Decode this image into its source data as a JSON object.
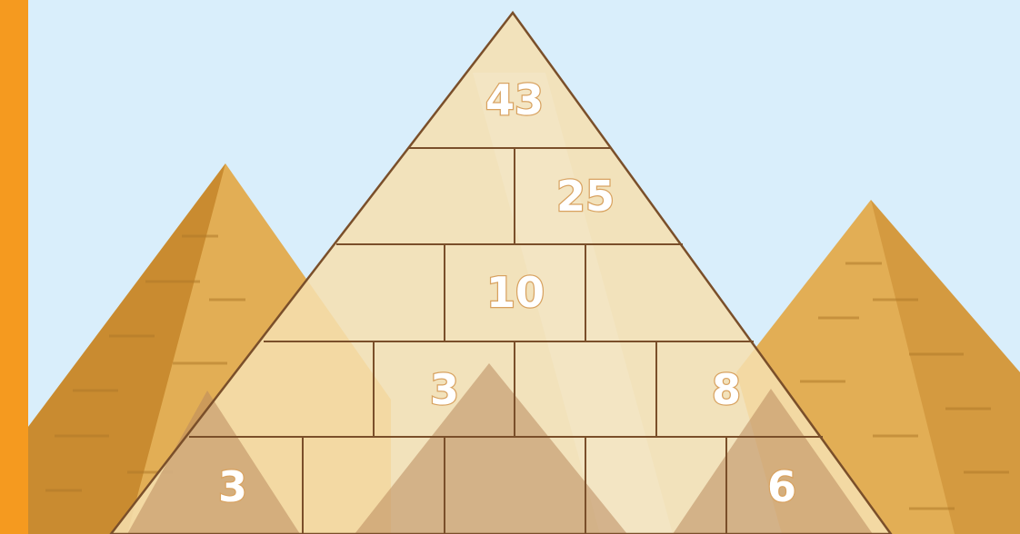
{
  "puzzle": {
    "type": "number-pyramid",
    "rows": [
      [
        "43"
      ],
      [
        "",
        "25"
      ],
      [
        "",
        "10",
        ""
      ],
      [
        "",
        "3",
        "",
        "8"
      ],
      [
        "3",
        "",
        "",
        "",
        "6"
      ]
    ]
  },
  "colors": {
    "sky": "#d9eefb",
    "side_bar": "#f59a1f",
    "pyramid_fill": "#f5dcaa",
    "pyramid_outline": "#7a4f2a",
    "background_pyramid_light": "#e0ac52",
    "background_pyramid_dark": "#c98c30",
    "number_text": "#ffffff"
  }
}
